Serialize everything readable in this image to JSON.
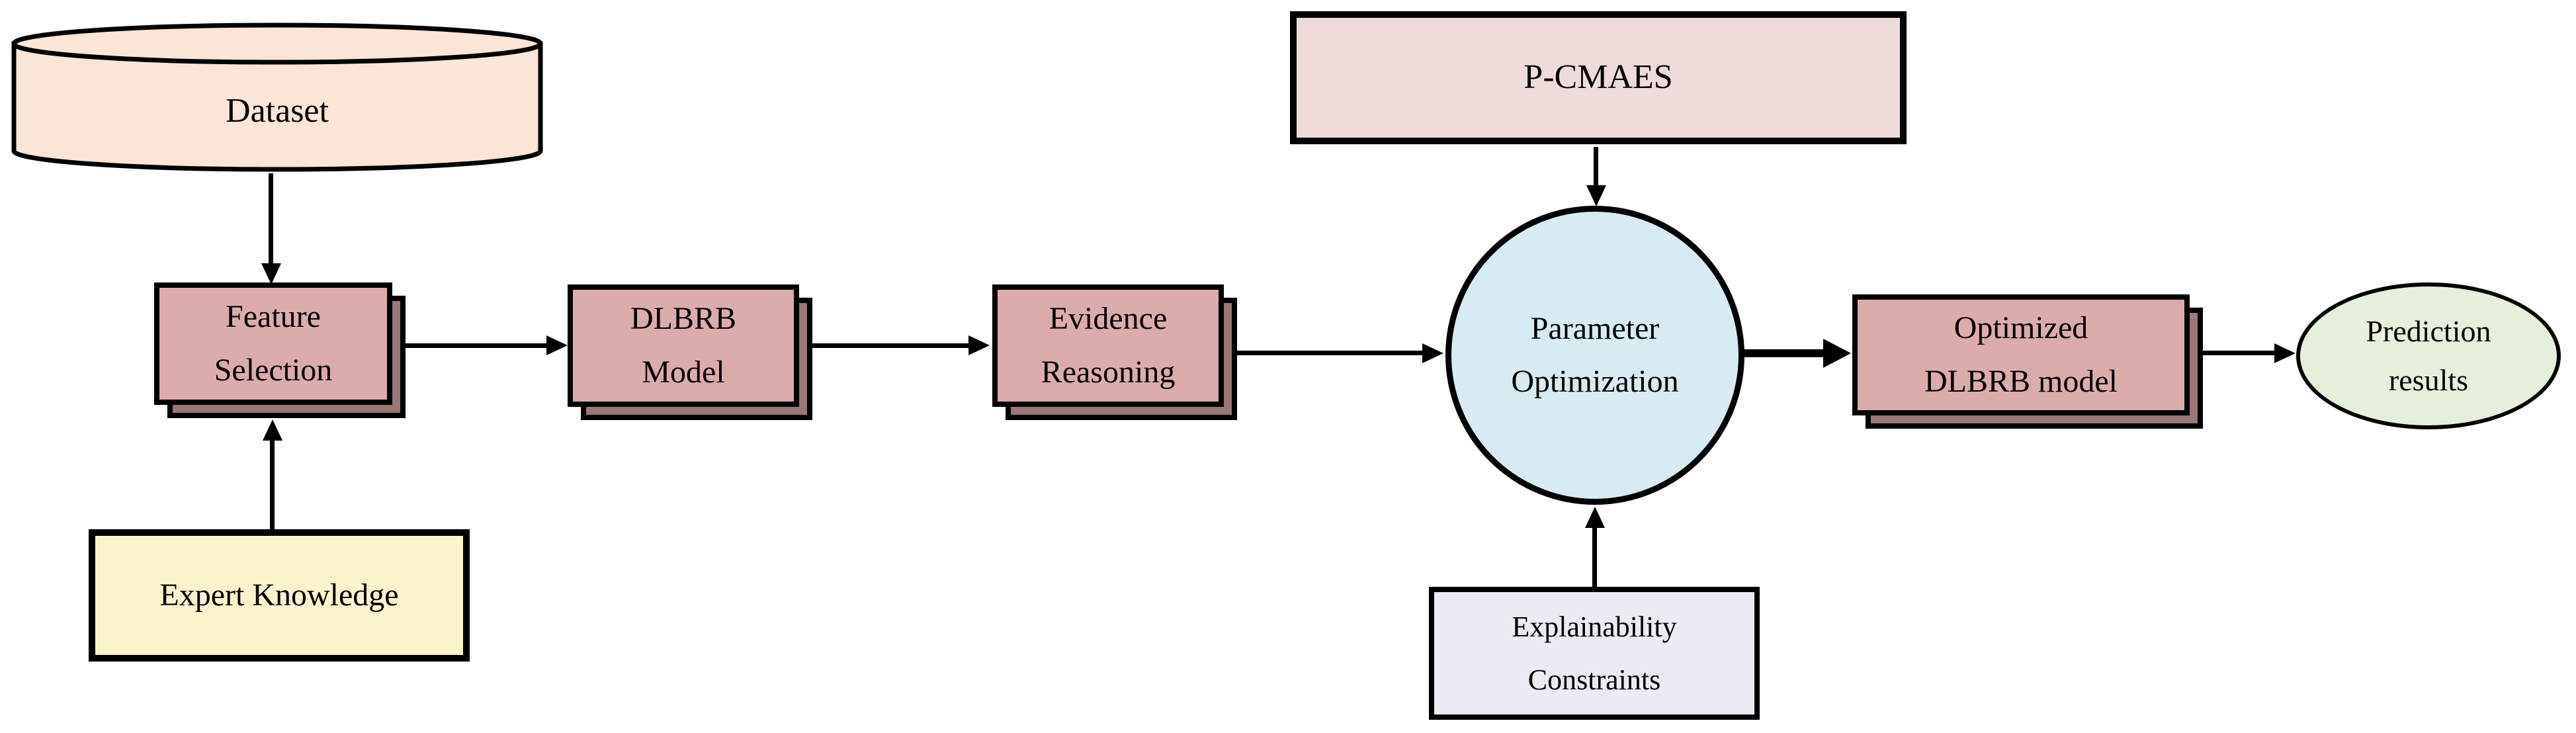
{
  "diagram": {
    "nodes": {
      "dataset": {
        "label": "Dataset",
        "fill": "#FBE5D6"
      },
      "feature_selection": {
        "line1": "Feature",
        "line2": "Selection",
        "fill": "#DCACAC"
      },
      "expert_knowledge": {
        "label": "Expert Knowledge",
        "fill": "#FBF2CE"
      },
      "dlbrb_model": {
        "line1": "DLBRB",
        "line2": "Model",
        "fill": "#DCACAC"
      },
      "evidence_reasoning": {
        "line1": "Evidence",
        "line2": "Reasoning",
        "fill": "#DCACAC"
      },
      "p_cmaes": {
        "label": "P-CMAES",
        "fill": "#F0DBDB"
      },
      "parameter_optimization": {
        "line1": "Parameter",
        "line2": "Optimization",
        "fill": "#D9EBF2"
      },
      "explainability_constraints": {
        "line1": "Explainability",
        "line2": "Constraints",
        "fill": "#ECEAF2"
      },
      "optimized_dlbrb_model": {
        "line1": "Optimized",
        "line2": "DLBRB model",
        "fill": "#DCACAC"
      },
      "prediction_results": {
        "line1": "Prediction",
        "line2": "results",
        "fill": "#E6EFDC"
      }
    },
    "colors": {
      "stroke": "#000000",
      "box_side": "#9A7878"
    }
  }
}
